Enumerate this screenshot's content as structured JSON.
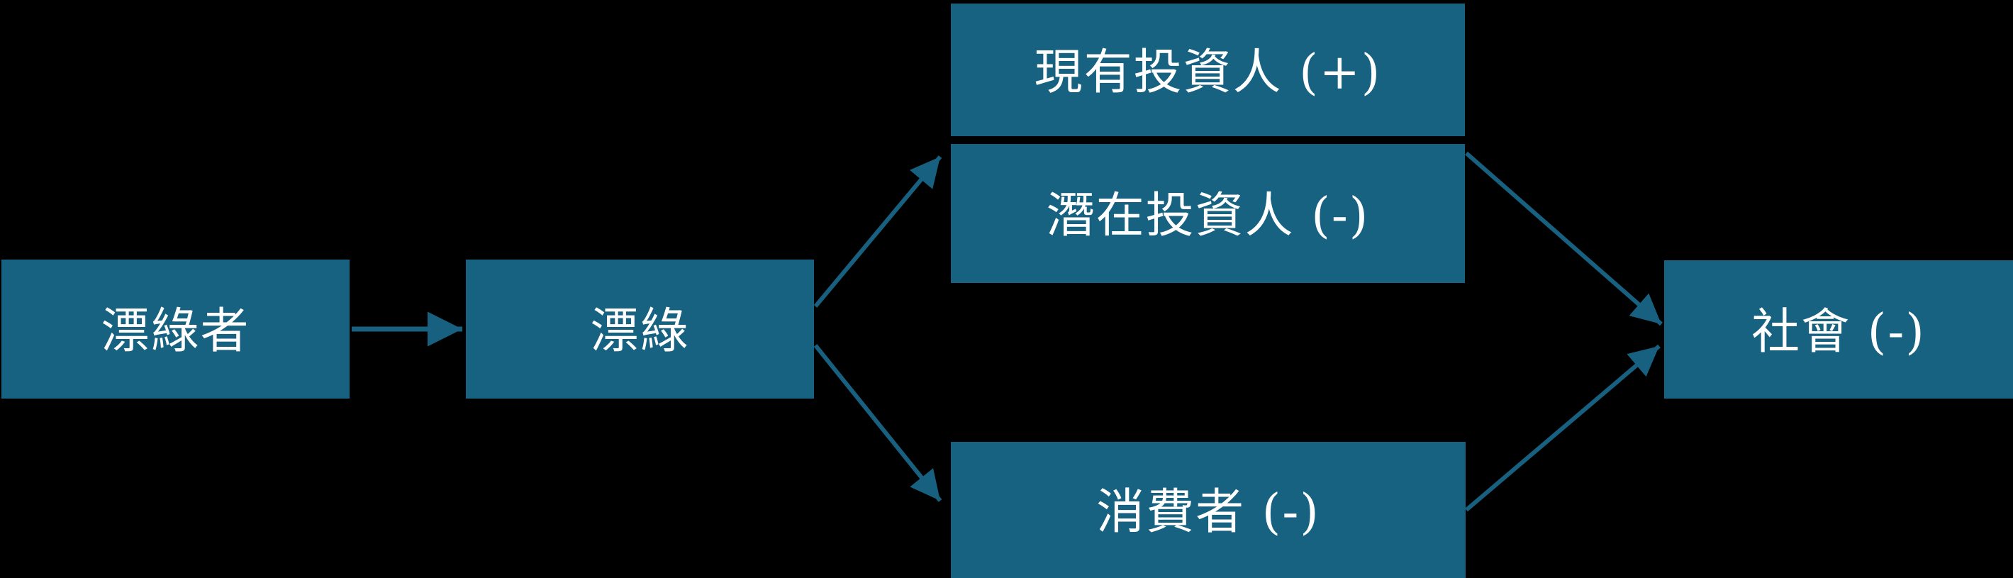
{
  "diagram": {
    "title": "greenwashing-stakeholder-impact-flow",
    "colors": {
      "background": "#000000",
      "node_fill": "#186281",
      "arrow": "#17607f",
      "text": "#ffffff"
    },
    "nodes": {
      "greenwasher": {
        "label": "漂綠者"
      },
      "greenwashing": {
        "label": "漂綠"
      },
      "existing_investors": {
        "label": "現有投資人 (+)",
        "sign": "+"
      },
      "potential_investors": {
        "label": "潛在投資人 (-)",
        "sign": "-"
      },
      "consumers": {
        "label": "消費者 (-)",
        "sign": "-"
      },
      "society": {
        "label": "社會 (-)",
        "sign": "-"
      }
    },
    "edges": [
      {
        "from": "greenwasher",
        "to": "greenwashing"
      },
      {
        "from": "greenwashing",
        "to": "potential_investors"
      },
      {
        "from": "greenwashing",
        "to": "consumers"
      },
      {
        "from": "potential_investors",
        "to": "society"
      },
      {
        "from": "consumers",
        "to": "society"
      }
    ]
  }
}
